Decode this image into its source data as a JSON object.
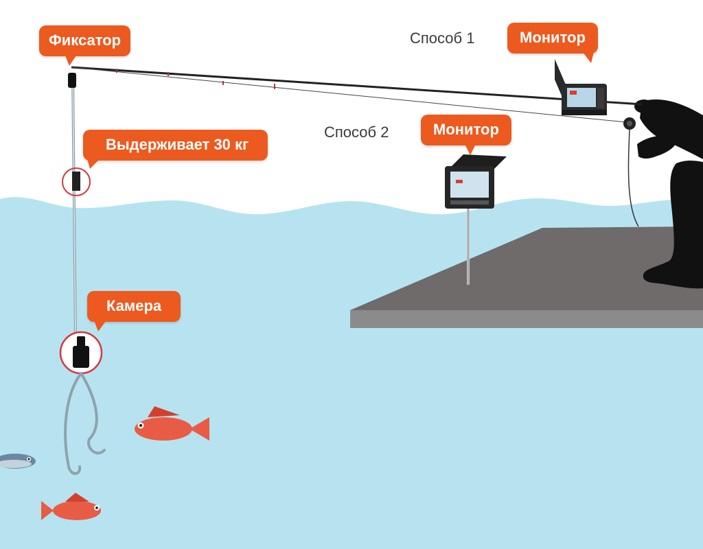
{
  "labels": {
    "fixator": "Фиксатор",
    "holds": "Выдерживает 30 кг",
    "camera": "Камера",
    "monitor_1": "Монитор",
    "monitor_2": "Монитор",
    "method_1": "Способ 1",
    "method_2": "Способ 2"
  },
  "colors": {
    "callout": "#ec5a1f",
    "water": "#b7e3f1",
    "ice": "#6e6b6a",
    "ice_edge": "#8c8b8c",
    "silhouette": "#111111",
    "circle_highlight": "#d8353a"
  },
  "icons": {
    "fish": "fish-icon",
    "camera": "camera-icon",
    "monitor": "monitor-icon"
  }
}
